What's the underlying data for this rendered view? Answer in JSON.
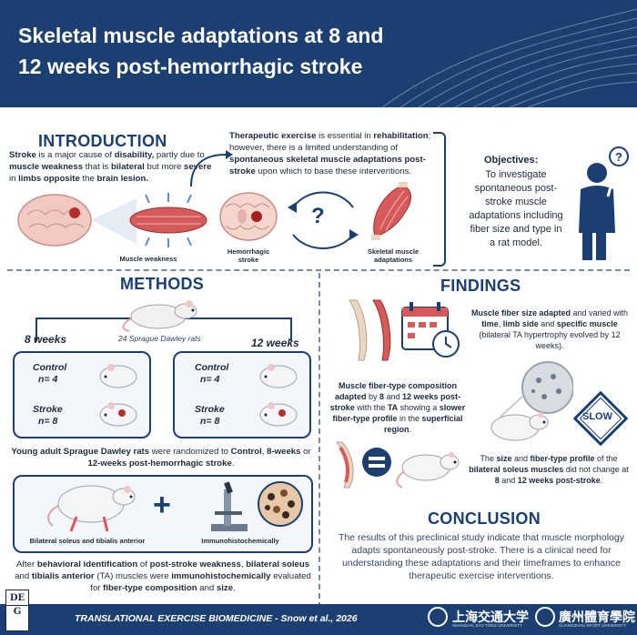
{
  "header": {
    "title_line1": "Skeletal muscle adaptations at 8 and",
    "title_line2": "12 weeks post-hemorrhagic stroke"
  },
  "introduction": {
    "title": "INTRODUCTION",
    "stroke": {
      "p1_bold": "Stroke",
      "p1": " is a major cause of ",
      "p2_bold": "disability,",
      "p3": " partly due to ",
      "p4_bold": "muscle weakness",
      "p5": " that is ",
      "p6_bold": "bilateral",
      "p7": " but more ",
      "p8_bold": "severe",
      "p9": " in ",
      "p10_bold": "limbs opposite",
      "p11": " the ",
      "p12_bold": "brain lesion."
    },
    "muscle_weakness_label": "Muscle weakness",
    "therapy": {
      "t1_bold": "Therapeutic exercise",
      "t2": " is essential in ",
      "t3_bold": "rehabilitation",
      "t4": "; however, there is a limited understanding of ",
      "t5_bold": "spontaneous skeletal muscle adaptations post-stroke",
      "t6": " upon which to base these interventions."
    },
    "hemorrhagic_label_1": "Hemorrhagic",
    "hemorrhagic_label_2": "stroke",
    "skeletal_label_1": "Skeletal muscle",
    "skeletal_label_2": "adaptations",
    "question_mark": "?",
    "objectives_title": "Objectives:",
    "objectives_text": "To investigate spontaneous post-stroke muscle adaptations including fiber size and type in a rat model."
  },
  "methods": {
    "title": "METHODS",
    "rats_label": "24 Sprague Dawley rats",
    "week8_label": "8 weeks",
    "week12_label": "12 weeks",
    "control": "Control",
    "stroke": "Stroke",
    "n4": "n= 4",
    "n8": "n= 8",
    "randomized": {
      "r1_bold": "Young adult Sprague Dawley rats",
      "r2": " were randomized to ",
      "r3_bold": "Control",
      "r4": ", ",
      "r5_bold": "8-weeks",
      "r6": " or ",
      "r7_bold": "12-weeks post-hemorrhagic stroke",
      "r8": "."
    },
    "soleus_label": "Bilateral soleus and tibialis anterior",
    "ihc_label": "Immunohistochemically",
    "plus": "+",
    "after": {
      "a1": "After ",
      "a2_bold": "behavioral identification",
      "a3": " of ",
      "a4_bold": "post-stroke weakness",
      "a5": ", ",
      "a6_bold": "bilateral soleus",
      "a7": " and ",
      "a8_bold": "tibialis anterior",
      "a9": " (TA) muscles were ",
      "a10_bold": "immunohistochemically",
      "a11": " evaluated for ",
      "a12_bold": "fiber-type composition",
      "a13": " and ",
      "a14_bold": "size",
      "a15": "."
    }
  },
  "findings": {
    "title": "FINDINGS",
    "f1": {
      "a_bold": "Muscle fiber size adapted",
      "b": " and varied with ",
      "c_bold": "time",
      "d": ", ",
      "e_bold": "limb side",
      "f": " and ",
      "g_bold": "specific muscle",
      "h": " (bilateral TA hypertrophy evolved by 12 weeks)."
    },
    "f2": {
      "a_bold": "Muscle fiber-type composition adapted",
      "b": " by ",
      "c_bold": "8",
      "d": " and ",
      "e_bold": "12 weeks post-stroke",
      "f": " with the ",
      "g_bold": "TA",
      "h": " showing a ",
      "i_bold": "slower fiber-type profile",
      "j": " in the ",
      "k_bold": "superficial region",
      "l": "."
    },
    "slow_sign": "SLOW",
    "f3": {
      "a": "The ",
      "b_bold": "size",
      "c": " and ",
      "d_bold": "fiber-type profile",
      "e": " of the ",
      "f_bold": "bilateral soleus muscles",
      "g": " did not change at ",
      "h_bold": "8",
      "i": " and ",
      "j_bold": "12 weeks post-stroke",
      "k": "."
    },
    "equals": "="
  },
  "conclusion": {
    "title": "CONCLUSION",
    "text": "The results of this preclinical study indicate that muscle morphology adapts spontaneously post-stroke. There is a clinical need for understanding these adaptations and their timeframes to enhance therapeutic exercise interventions."
  },
  "footer": {
    "publisher_logo_top": "DE",
    "publisher_logo_bottom": "G",
    "citation": "TRANSLATIONAL EXERCISE BIOMEDICINE - Snow et al., 2026",
    "uni1_name": "上海交通大学",
    "uni1_sub": "SHANGHAI JIAO TONG UNIVERSITY",
    "uni2_name": "廣州體育學院",
    "uni2_sub": "GUANGZHOU SPORT UNIVERSITY"
  },
  "colors": {
    "navy": "#1c3f72",
    "muscle_red": "#c94a4a",
    "text": "#1e2a3a"
  }
}
